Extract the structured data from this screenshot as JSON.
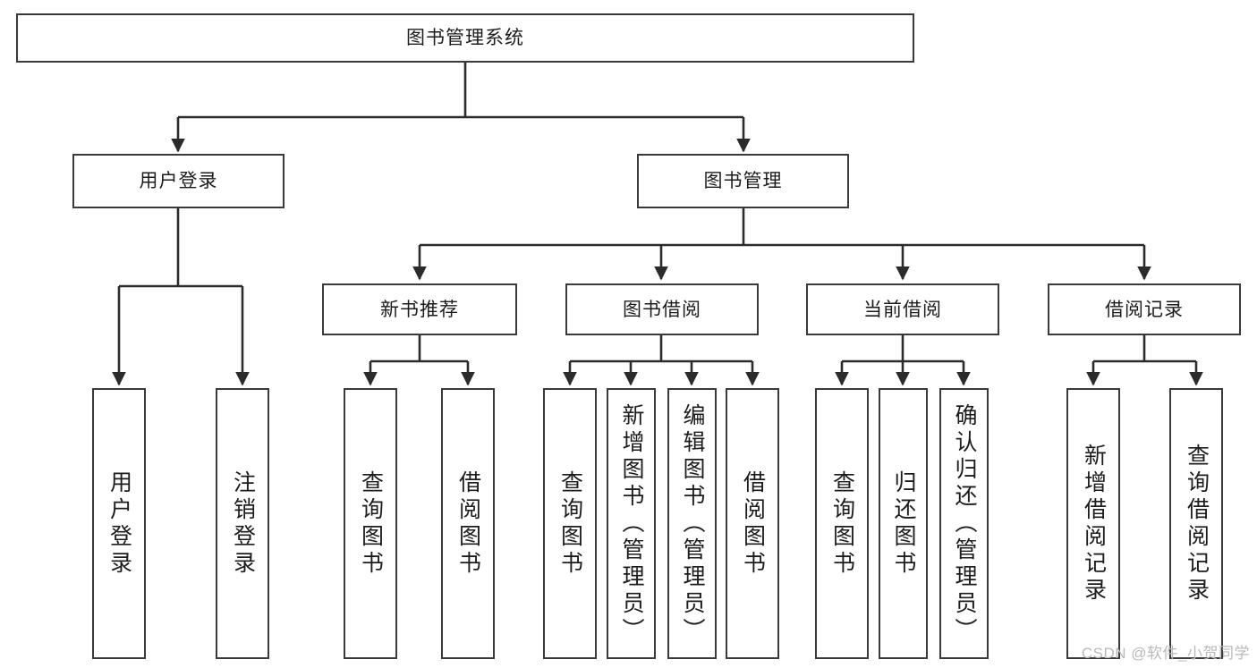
{
  "diagram": {
    "title": "图书管理系统",
    "type": "hierarchy-tree",
    "watermark": "CSDN @软件_小贺同学",
    "colors": {
      "background": "#ffffff",
      "node_border": "#3a3a3a",
      "node_fill": "#ffffff",
      "edge": "#2b2b2b",
      "text": "#1c1c1c",
      "watermark": "#b9b9b9"
    },
    "levels": {
      "root": "图书管理系统",
      "level2": [
        "用户登录",
        "图书管理"
      ],
      "level3": [
        "新书推荐",
        "图书借阅",
        "当前借阅",
        "借阅记录"
      ]
    },
    "nodes": {
      "root": {
        "label": "图书管理系统",
        "orientation": "horizontal"
      },
      "user_login": {
        "label": "用户登录",
        "orientation": "horizontal"
      },
      "book_manage": {
        "label": "图书管理",
        "orientation": "horizontal"
      },
      "new_book_rec": {
        "label": "新书推荐",
        "orientation": "horizontal"
      },
      "book_borrow": {
        "label": "图书借阅",
        "orientation": "horizontal"
      },
      "current_borrow": {
        "label": "当前借阅",
        "orientation": "horizontal"
      },
      "borrow_record": {
        "label": "借阅记录",
        "orientation": "horizontal"
      },
      "leaf_user_login": {
        "label": "用户登录",
        "orientation": "vertical"
      },
      "leaf_logout": {
        "label": "注销登录",
        "orientation": "vertical"
      },
      "leaf_query_book_1": {
        "label": "查询图书",
        "orientation": "vertical"
      },
      "leaf_borrow_book_1": {
        "label": "借阅图书",
        "orientation": "vertical"
      },
      "leaf_query_book_2": {
        "label": "查询图书",
        "orientation": "vertical"
      },
      "leaf_add_book": {
        "label": "新增图书（管理员）",
        "orientation": "vertical"
      },
      "leaf_edit_book": {
        "label": "编辑图书（管理员）",
        "orientation": "vertical"
      },
      "leaf_borrow_book_2": {
        "label": "借阅图书",
        "orientation": "vertical"
      },
      "leaf_query_book_3": {
        "label": "查询图书",
        "orientation": "vertical"
      },
      "leaf_return_book": {
        "label": "归还图书",
        "orientation": "vertical"
      },
      "leaf_confirm_return": {
        "label": "确认归还（管理员）",
        "orientation": "vertical"
      },
      "leaf_add_record": {
        "label": "新增借阅记录",
        "orientation": "vertical"
      },
      "leaf_query_record": {
        "label": "查询借阅记录",
        "orientation": "vertical"
      }
    },
    "edges": [
      {
        "from": "root",
        "to": "用户登录"
      },
      {
        "from": "root",
        "to": "图书管理"
      },
      {
        "from": "用户登录",
        "to": "用户登录(叶)"
      },
      {
        "from": "用户登录",
        "to": "注销登录"
      },
      {
        "from": "图书管理",
        "to": "新书推荐"
      },
      {
        "from": "图书管理",
        "to": "图书借阅"
      },
      {
        "from": "图书管理",
        "to": "当前借阅"
      },
      {
        "from": "图书管理",
        "to": "借阅记录"
      },
      {
        "from": "新书推荐",
        "to": "查询图书"
      },
      {
        "from": "新书推荐",
        "to": "借阅图书"
      },
      {
        "from": "图书借阅",
        "to": "查询图书"
      },
      {
        "from": "图书借阅",
        "to": "新增图书（管理员）"
      },
      {
        "from": "图书借阅",
        "to": "编辑图书（管理员）"
      },
      {
        "from": "图书借阅",
        "to": "借阅图书"
      },
      {
        "from": "当前借阅",
        "to": "查询图书"
      },
      {
        "from": "当前借阅",
        "to": "归还图书"
      },
      {
        "from": "当前借阅",
        "to": "确认归还（管理员）"
      },
      {
        "from": "借阅记录",
        "to": "新增借阅记录"
      },
      {
        "from": "借阅记录",
        "to": "查询借阅记录"
      }
    ]
  }
}
